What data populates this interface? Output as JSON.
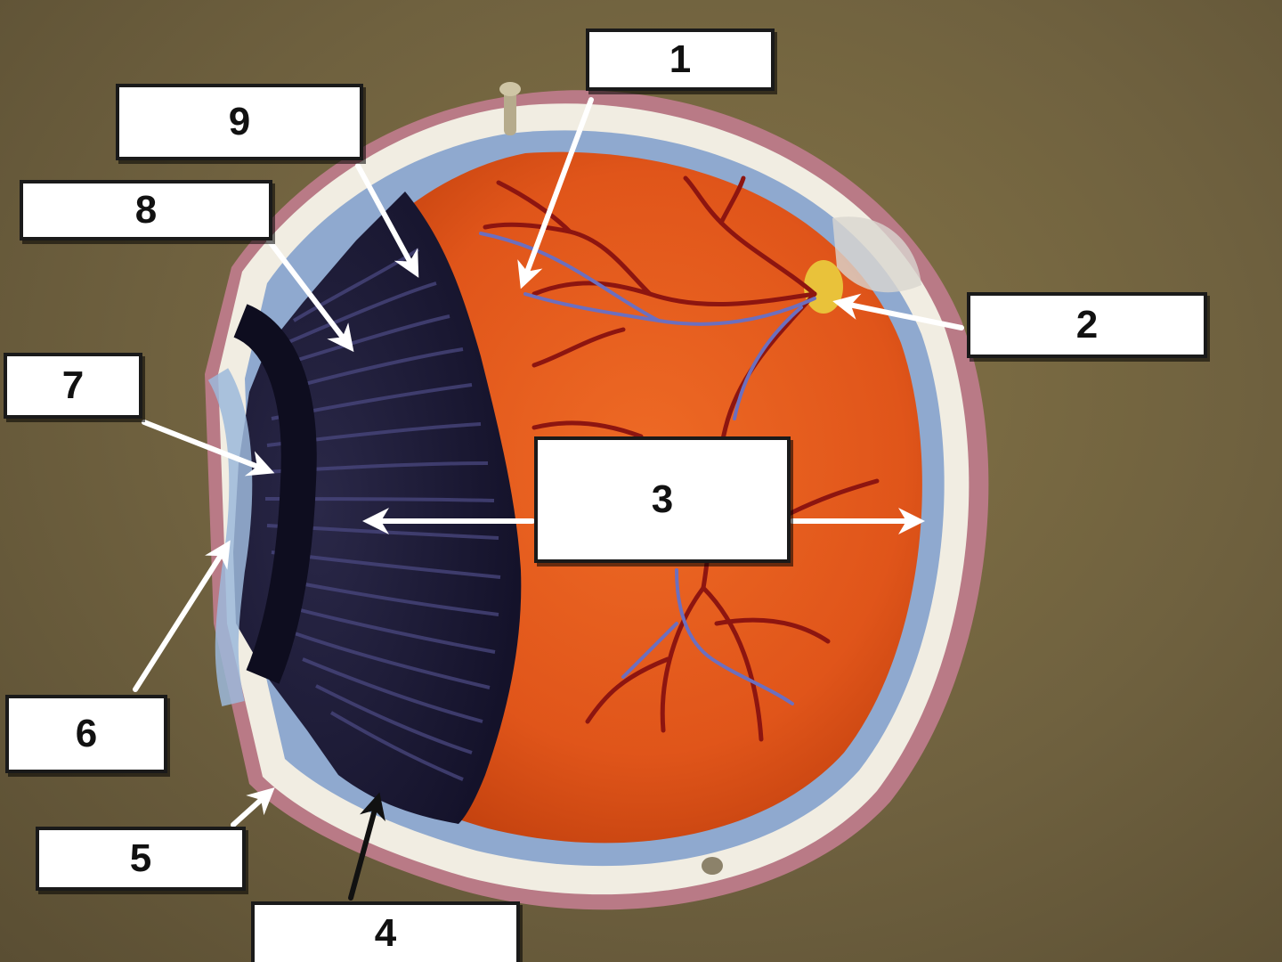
{
  "labels": [
    {
      "id": "1",
      "text": "1"
    },
    {
      "id": "2",
      "text": "2"
    },
    {
      "id": "3",
      "text": "3"
    },
    {
      "id": "4",
      "text": "4"
    },
    {
      "id": "5",
      "text": "5"
    },
    {
      "id": "6",
      "text": "6"
    },
    {
      "id": "7",
      "text": "7"
    },
    {
      "id": "8",
      "text": "8"
    },
    {
      "id": "9",
      "text": "9"
    }
  ],
  "colors": {
    "background": "#74663f",
    "sclera": "#f1ede2",
    "choroid": "#8fa9cf",
    "retina": "#e0551a",
    "ciliary_body": "#1c1a33",
    "vessel_red": "#8d1510",
    "vessel_blue": "#6c6fbf",
    "arrow": "#ffffff",
    "arrow_dark": "#111111"
  }
}
